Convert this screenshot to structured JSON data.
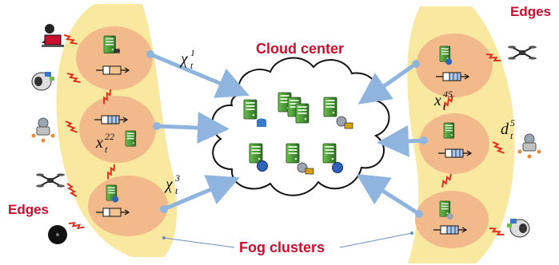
{
  "labels": {
    "cloud_center": "Cloud center",
    "edges_top_right": "Edges",
    "edges_left": "Edges",
    "fog_clusters": "Fog clusters"
  },
  "math": {
    "chi1_base": "χ",
    "chi1_sub": "t",
    "chi1_sup": "1",
    "chi3_base": "χ",
    "chi3_sub": "t",
    "chi3_sup": "3",
    "x22_base": "x",
    "x22_sub": "t",
    "x22_sup": "22",
    "x45_base": "x",
    "x45_sub": "t",
    "x45_sup": "45",
    "d5_base": "d",
    "d5_sub": "t",
    "d5_sup": "5"
  },
  "colors": {
    "fog_band": "#f9e79a",
    "fog_node": "#f2b98a",
    "arrow": "#8fb4dd",
    "cloud_stroke": "#111111",
    "server_green": "#4e9a3a",
    "zigzag_red": "#e0301e",
    "label_red": "#c8102e"
  },
  "icons": [
    "server-icon",
    "database-server-icon",
    "web-server-icon",
    "gear-server-icon",
    "drone-icon",
    "user-laptop-icon",
    "robot-icon",
    "camera-icon",
    "queue-icon"
  ]
}
